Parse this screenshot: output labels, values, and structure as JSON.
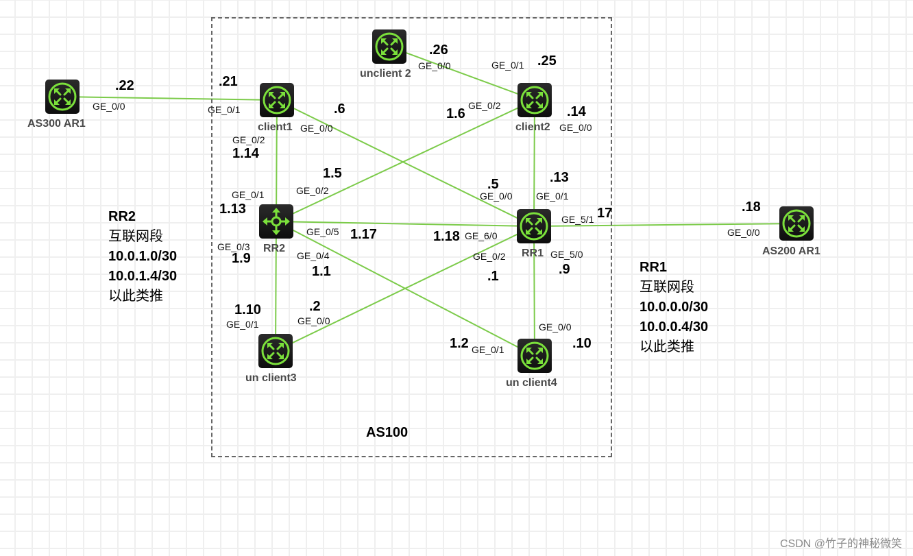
{
  "as_area": {
    "title": "AS100"
  },
  "colors": {
    "link": "#7ccb4a",
    "icon_green": "#7be03b",
    "box_border": "#666666"
  },
  "nodes": {
    "as300_ar1": {
      "name": "AS300 AR1",
      "icon": "router-icon"
    },
    "client1": {
      "name": "client1",
      "icon": "router-icon"
    },
    "unclient2": {
      "name": "unclient 2",
      "icon": "router-icon"
    },
    "client2": {
      "name": "client2",
      "icon": "router-icon"
    },
    "rr2": {
      "name": "RR2",
      "icon": "route-reflector-icon"
    },
    "rr1": {
      "name": "RR1",
      "icon": "router-icon"
    },
    "as200_ar1": {
      "name": "AS200 AR1",
      "icon": "router-icon"
    },
    "unclient3": {
      "name": "un client3",
      "icon": "router-icon"
    },
    "unclient4": {
      "name": "un client4",
      "icon": "router-icon"
    }
  },
  "links": [
    {
      "from": "as300_ar1",
      "to": "client1"
    },
    {
      "from": "unclient2",
      "to": "client2"
    },
    {
      "from": "client1",
      "to": "rr2"
    },
    {
      "from": "client1",
      "to": "rr1"
    },
    {
      "from": "client2",
      "to": "rr2"
    },
    {
      "from": "client2",
      "to": "rr1"
    },
    {
      "from": "rr2",
      "to": "rr1"
    },
    {
      "from": "rr2",
      "to": "unclient3"
    },
    {
      "from": "rr2",
      "to": "unclient4"
    },
    {
      "from": "rr1",
      "to": "unclient3"
    },
    {
      "from": "rr1",
      "to": "unclient4"
    },
    {
      "from": "rr1",
      "to": "as200_ar1"
    }
  ],
  "interfaces": [
    {
      "id": "as300-ge00",
      "text": "GE_0/0"
    },
    {
      "id": "client1-ge01",
      "text": "GE_0/1"
    },
    {
      "id": "client1-ge00",
      "text": "GE_0/0"
    },
    {
      "id": "client1-ge02",
      "text": "GE_0/2"
    },
    {
      "id": "unclient2-ge00",
      "text": "GE_0/0"
    },
    {
      "id": "client2-ge01",
      "text": "GE_0/1"
    },
    {
      "id": "client2-ge02",
      "text": "GE_0/2"
    },
    {
      "id": "client2-ge00",
      "text": "GE_0/0"
    },
    {
      "id": "rr2-ge01",
      "text": "GE_0/1"
    },
    {
      "id": "rr2-ge02",
      "text": "GE_0/2"
    },
    {
      "id": "rr2-ge05",
      "text": "GE_0/5"
    },
    {
      "id": "rr2-ge03",
      "text": "GE_0/3"
    },
    {
      "id": "rr2-ge04",
      "text": "GE_0/4"
    },
    {
      "id": "rr1-ge00",
      "text": "GE_0/0"
    },
    {
      "id": "rr1-ge01",
      "text": "GE_0/1"
    },
    {
      "id": "rr1-ge51",
      "text": "GE_5/1"
    },
    {
      "id": "rr1-ge60",
      "text": "GE_6/0"
    },
    {
      "id": "rr1-ge02",
      "text": "GE_0/2"
    },
    {
      "id": "rr1-ge50",
      "text": "GE_5/0"
    },
    {
      "id": "as200-ge00",
      "text": "GE_0/0"
    },
    {
      "id": "unclient3-ge01",
      "text": "GE_0/1"
    },
    {
      "id": "unclient3-ge00",
      "text": "GE_0/0"
    },
    {
      "id": "unclient4-ge01",
      "text": "GE_0/1"
    },
    {
      "id": "unclient4-ge00",
      "text": "GE_0/0"
    }
  ],
  "ips": [
    {
      "id": "as300",
      "text": ".22"
    },
    {
      "id": "client1-up",
      "text": ".21"
    },
    {
      "id": "client1-rr1",
      "text": ".6"
    },
    {
      "id": "client1-rr2",
      "text": "1.14"
    },
    {
      "id": "unclient2",
      "text": ".26"
    },
    {
      "id": "client2-up",
      "text": ".25"
    },
    {
      "id": "client2-rr2",
      "text": "1.6"
    },
    {
      "id": "client2-rr1",
      "text": ".14"
    },
    {
      "id": "rr2-client2",
      "text": "1.5"
    },
    {
      "id": "rr2-client1",
      "text": "1.13"
    },
    {
      "id": "rr2-rr1",
      "text": "1.17"
    },
    {
      "id": "rr2-unclient3",
      "text": "1.9"
    },
    {
      "id": "rr2-unclient4",
      "text": "1.1"
    },
    {
      "id": "rr1-client1",
      "text": ".5"
    },
    {
      "id": "rr1-client2",
      "text": ".13"
    },
    {
      "id": "rr1-as200",
      "text": "17"
    },
    {
      "id": "rr1-rr2",
      "text": "1.18"
    },
    {
      "id": "rr1-unclient3",
      "text": ".1"
    },
    {
      "id": "rr1-unclient4",
      "text": ".9"
    },
    {
      "id": "as200",
      "text": ".18"
    },
    {
      "id": "unclient3-rr2",
      "text": "1.10"
    },
    {
      "id": "unclient3-rr1",
      "text": ".2"
    },
    {
      "id": "unclient4-rr2",
      "text": "1.2"
    },
    {
      "id": "unclient4-rr1",
      "text": ".10"
    }
  ],
  "notes": {
    "rr2": {
      "title": "RR2",
      "subtitle": "互联网段",
      "subnet1": "10.0.1.0/30",
      "subnet2": "10.0.1.4/30",
      "footer": "以此类推"
    },
    "rr1": {
      "title": "RR1",
      "subtitle": "互联网段",
      "subnet1": "10.0.0.0/30",
      "subnet2": "10.0.0.4/30",
      "footer": "以此类推"
    }
  },
  "watermark": "CSDN @竹子的神秘微笑"
}
